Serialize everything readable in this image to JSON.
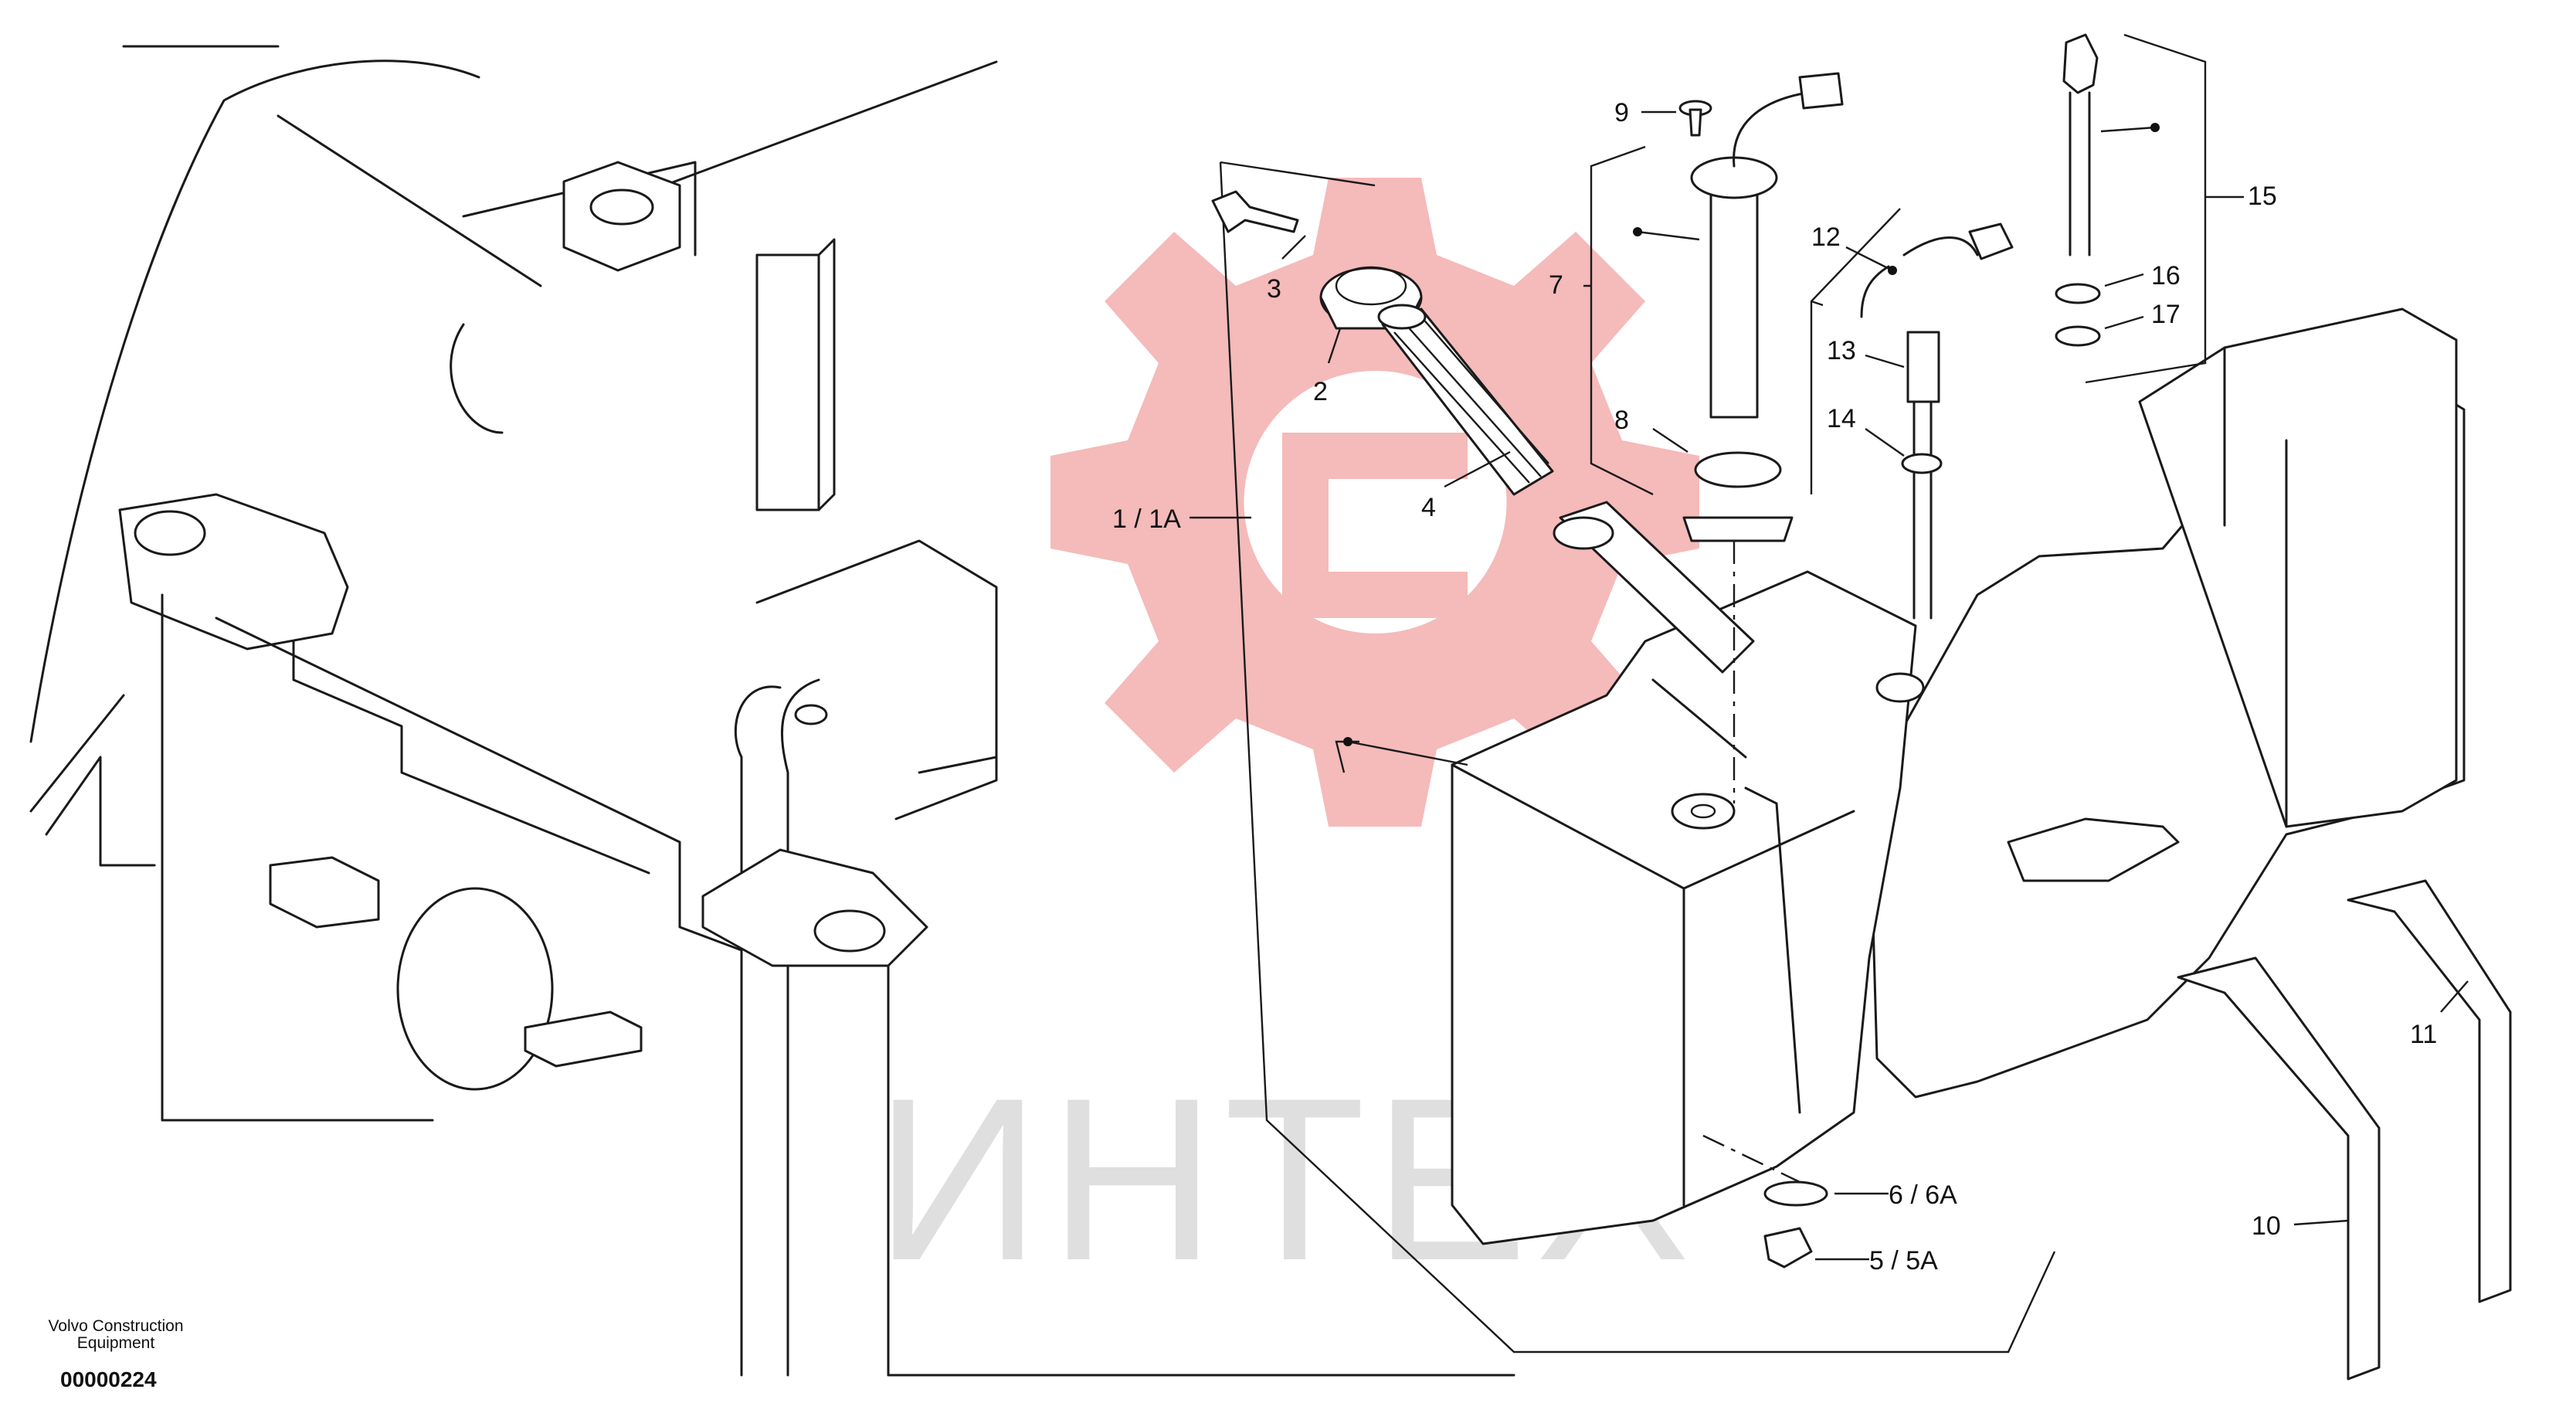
{
  "watermark": {
    "text": "ИНТЕХ",
    "gear_color": "#f2a9a9",
    "text_color": "#d9d9d9"
  },
  "footer": {
    "company_line1": "Volvo Construction",
    "company_line2": "Equipment",
    "drawing_number": "00000224"
  },
  "callouts": [
    {
      "label": "1 / 1A"
    },
    {
      "label": "2"
    },
    {
      "label": "3"
    },
    {
      "label": "4"
    },
    {
      "label": "5 / 5A"
    },
    {
      "label": "6 / 6A"
    },
    {
      "label": "7"
    },
    {
      "label": "8"
    },
    {
      "label": "9"
    },
    {
      "label": "10"
    },
    {
      "label": "11"
    },
    {
      "label": "12"
    },
    {
      "label": "13"
    },
    {
      "label": "14"
    },
    {
      "label": "15"
    },
    {
      "label": "16"
    },
    {
      "label": "17"
    }
  ]
}
